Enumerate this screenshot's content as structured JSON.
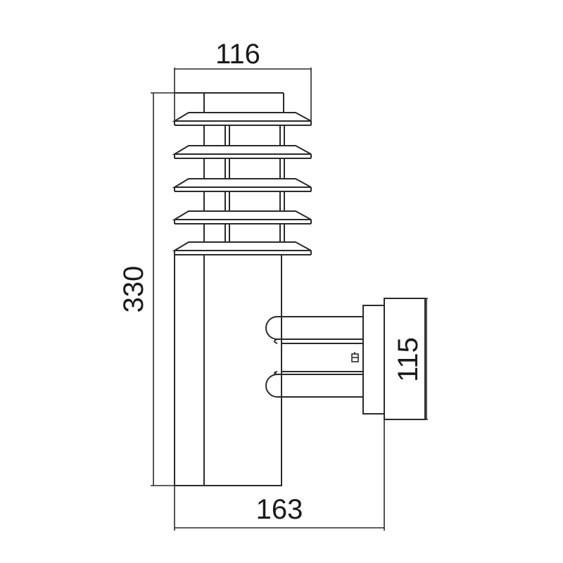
{
  "dimensions": {
    "top_width": "116",
    "total_height": "330",
    "total_depth": "163",
    "mount_height": "115"
  },
  "colors": {
    "line": "#2a2a2a",
    "background": "#ffffff"
  }
}
